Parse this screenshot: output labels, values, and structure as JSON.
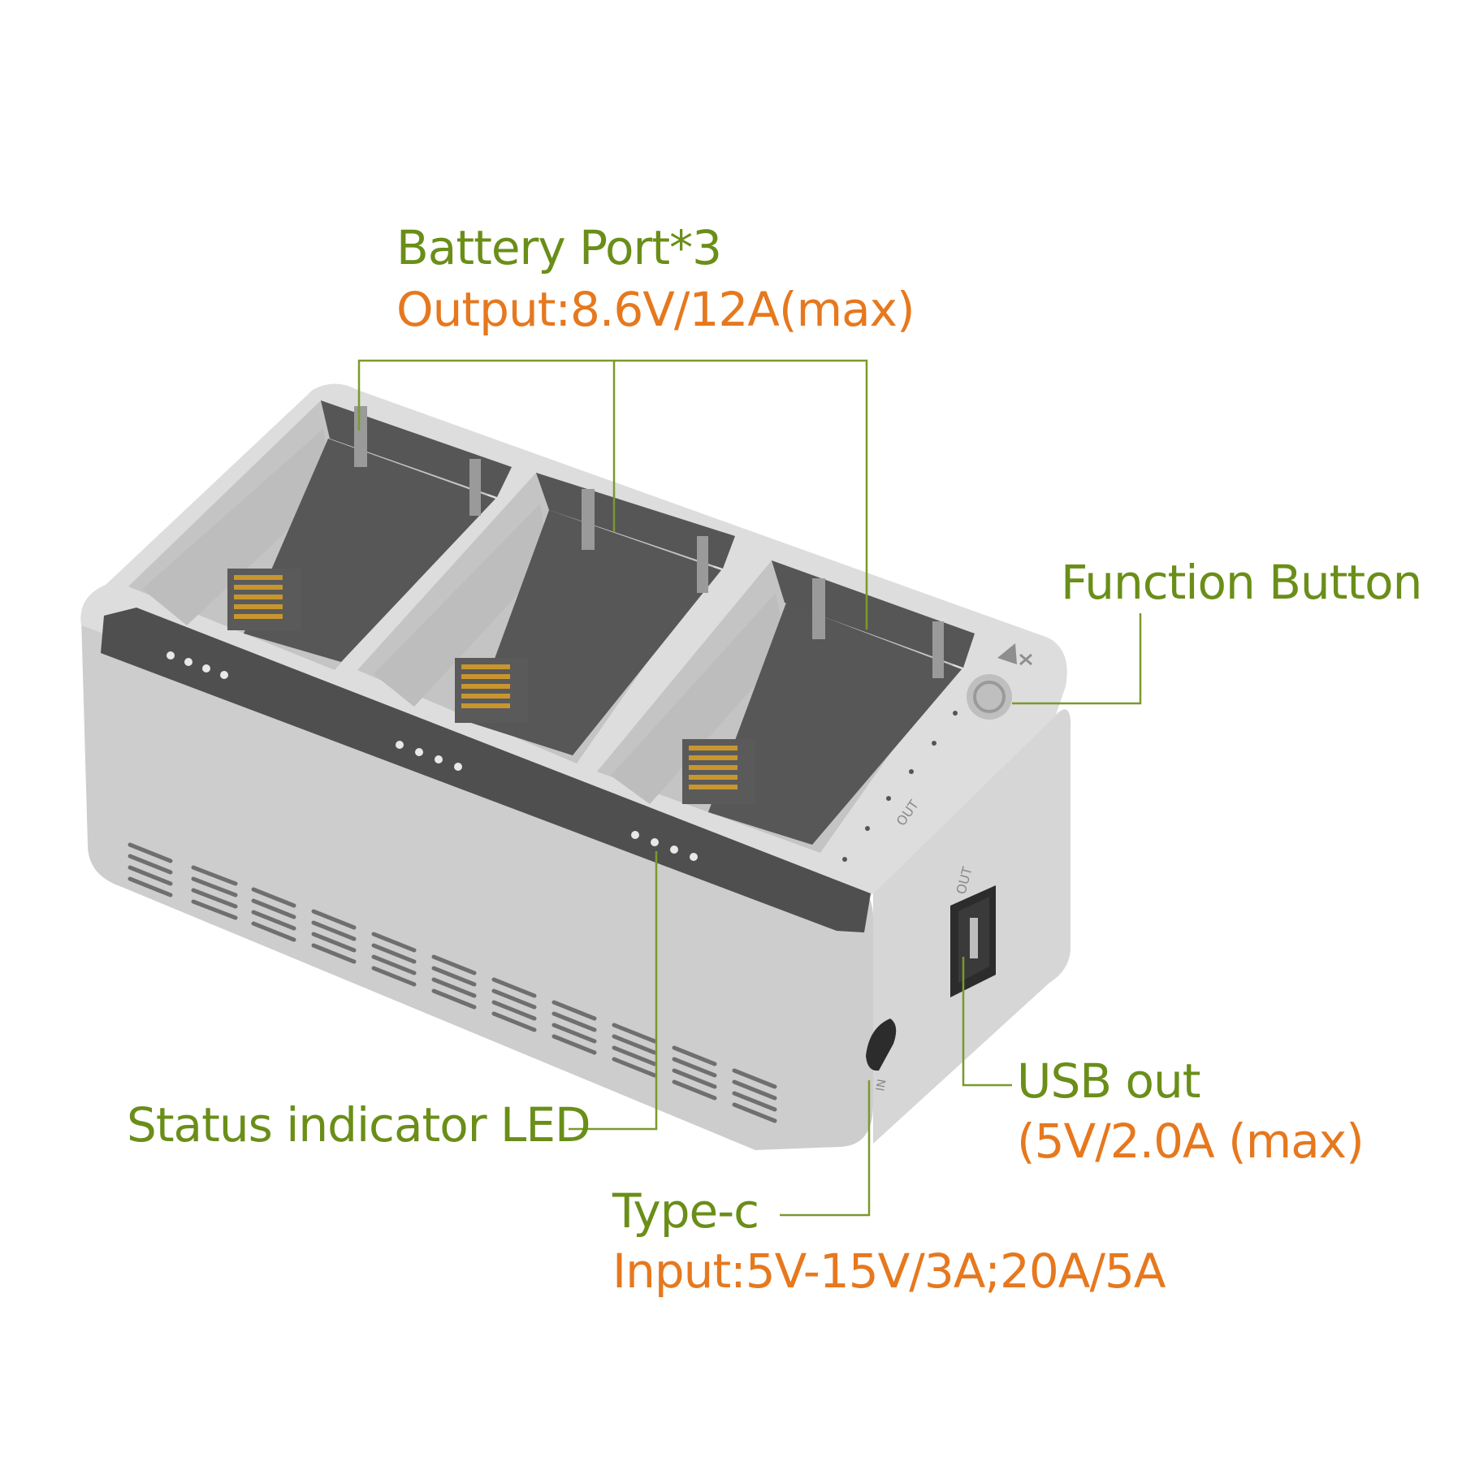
{
  "labels": {
    "battery_port": "Battery Port*3",
    "battery_output": "Output:8.6V/12A(max)",
    "function_button": "Function Button",
    "usb_out": "USB out",
    "usb_out_spec": "(5V/2.0A (max)",
    "status_led": "Status indicator LED",
    "type_c": "Type-c",
    "type_c_input": "Input:5V-15V/3A;20A/5A"
  },
  "device_markings": {
    "out_panel": "OUT",
    "usb_port": "OUT",
    "typec_port": "IN"
  },
  "colors": {
    "label_green": "#6a8e18",
    "label_orange": "#e6781e",
    "leader_line": "#7a9a2a",
    "body_light": "#d9d9d9",
    "body_side": "#cfcfcf",
    "panel_dark": "#4f4f4f",
    "contacts_gold": "#c9962e"
  }
}
